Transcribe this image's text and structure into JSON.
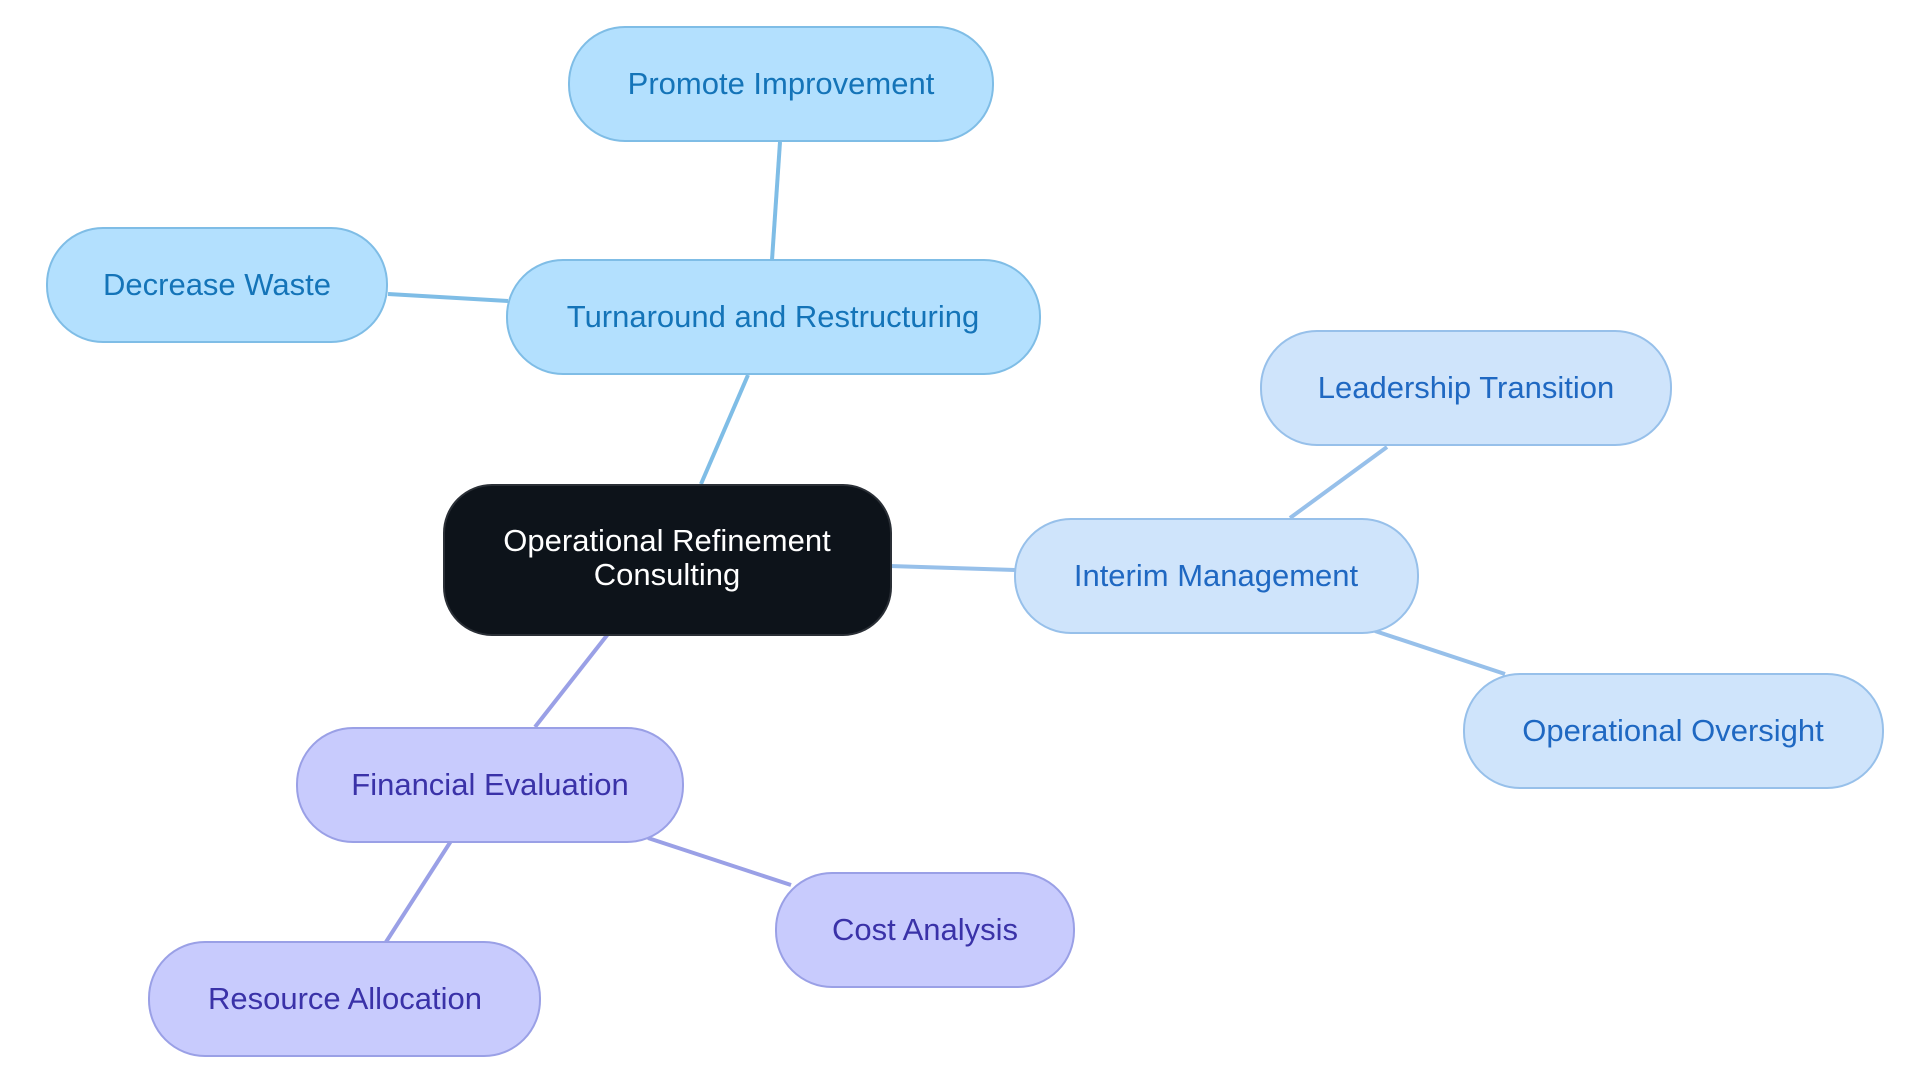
{
  "diagram": {
    "root": {
      "label_lines": [
        "Operational Refinement",
        "Consulting"
      ],
      "fill": "#0d131a",
      "text_color": "#ffffff"
    },
    "branches": [
      {
        "label": "Turnaround and Restructuring",
        "fill": "#b3e0fe",
        "stroke": "#7fbde6",
        "text_color": "#1474b8",
        "edge_color": "#7fbde6",
        "children": [
          "Promote Improvement",
          "Decrease Waste"
        ]
      },
      {
        "label": "Interim Management",
        "fill": "#cfe4fb",
        "stroke": "#97c0ea",
        "text_color": "#1f68c2",
        "edge_color": "#97c0ea",
        "children": [
          "Leadership Transition",
          "Operational Oversight"
        ]
      },
      {
        "label": "Financial Evaluation",
        "fill": "#c8cbfd",
        "stroke": "#9aa0e6",
        "text_color": "#3a32a8",
        "edge_color": "#9aa0e6",
        "children": [
          "Cost Analysis",
          "Resource Allocation"
        ]
      }
    ]
  }
}
